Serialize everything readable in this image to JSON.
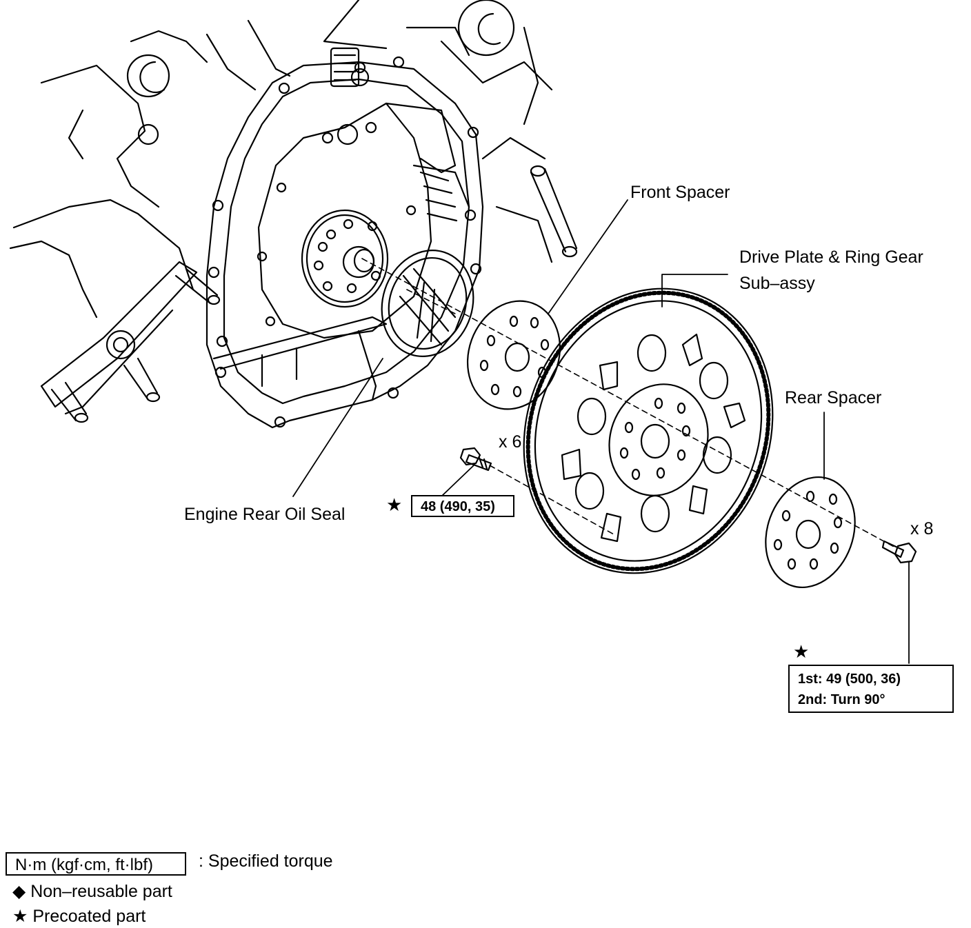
{
  "labels": {
    "front_spacer": "Front Spacer",
    "drive_plate_line1": "Drive Plate & Ring Gear",
    "drive_plate_line2": "Sub–assy",
    "rear_spacer": "Rear Spacer",
    "engine_rear_oil_seal": "Engine Rear Oil Seal",
    "qty_front_bolts": "x 6",
    "qty_rear_bolts": "x 8"
  },
  "torque": {
    "front_bolts": "48 (490, 35)",
    "rear_bolts_step1": "1st: 49 (500, 36)",
    "rear_bolts_step2": "2nd: Turn 90°"
  },
  "legend": {
    "torque_unit": "N·m (kgf·cm, ft·lbf)",
    "torque_desc": ": Specified torque",
    "non_reusable": "Non–reusable part",
    "precoated": "Precoated part",
    "diamond_symbol": "◆",
    "star_symbol": "★"
  }
}
